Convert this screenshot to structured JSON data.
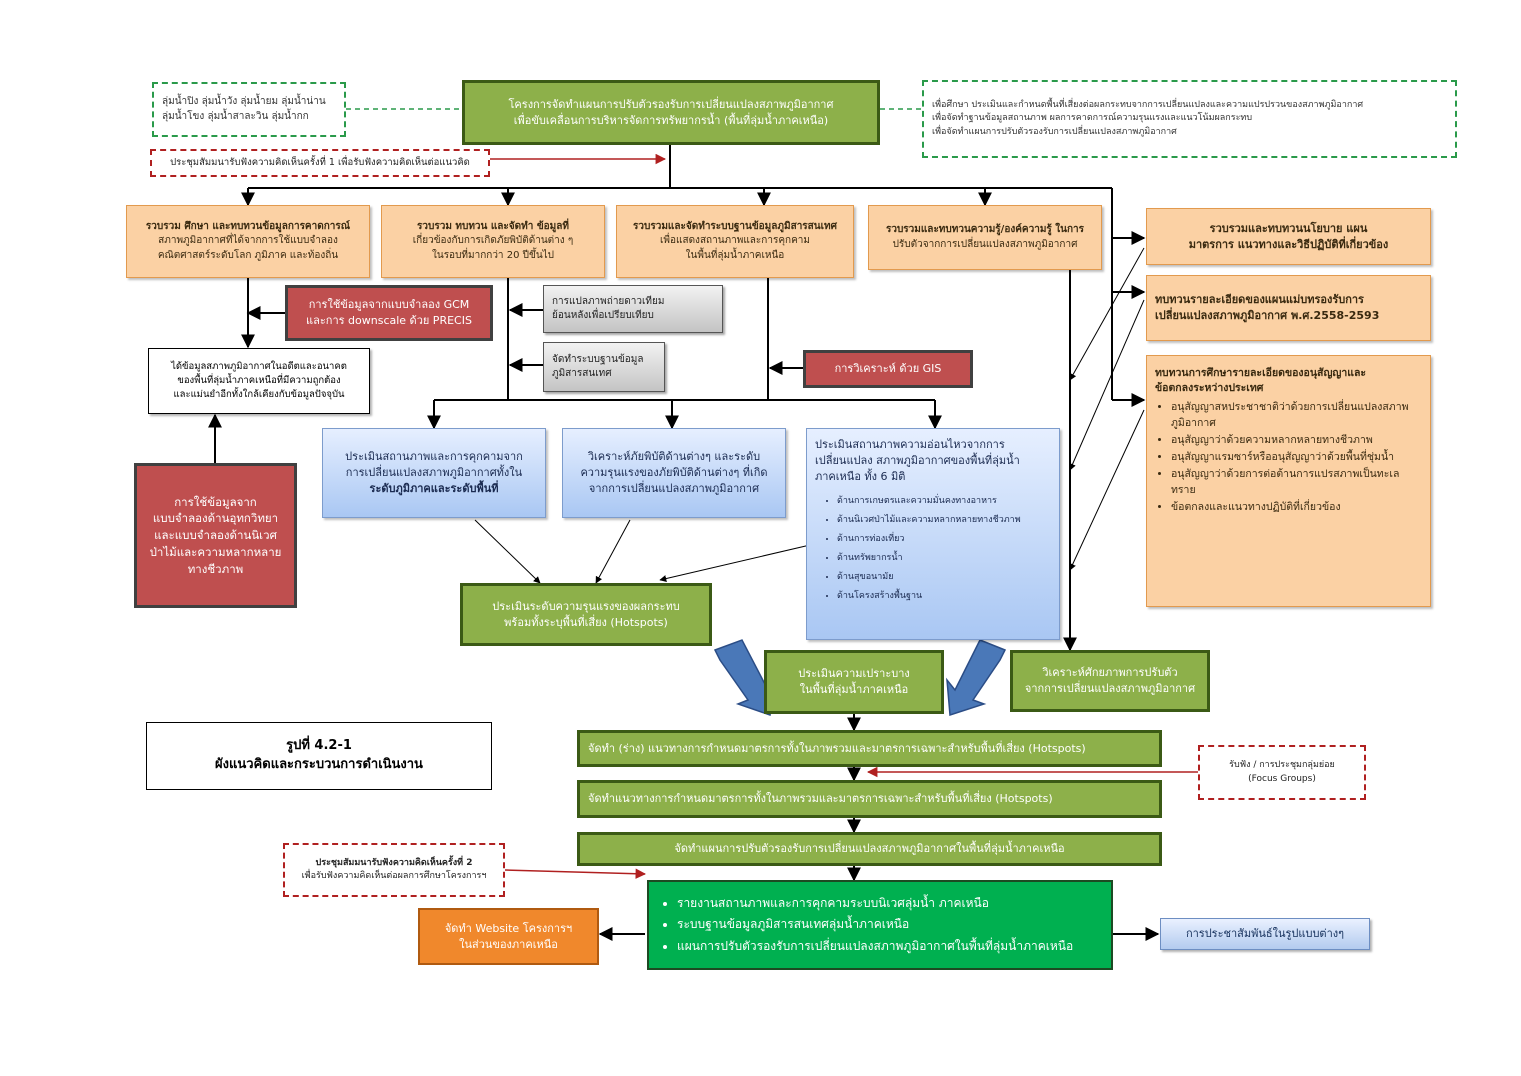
{
  "top": {
    "title_line1": "โครงการจัดทำแผนการปรับตัวรองรับการเปลี่ยนแปลงสภาพภูมิอากาศ",
    "title_line2": "เพื่อขับเคลื่อนการบริหารจัดการทรัพยากรน้ำ (พื้นที่ลุ่มน้ำภาคเหนือ)",
    "basins_line1": "ลุ่มน้ำปิง ลุ่มน้ำวัง ลุ่มน้ำยม ลุ่มน้ำน่าน",
    "basins_line2": "ลุ่มน้ำโขง ลุ่มน้ำสาละวิน ลุ่มน้ำกก",
    "objective1": "เพื่อศึกษา ประเมินและกำหนดพื้นที่เสี่ยงต่อผลกระทบจากการเปลี่ยนแปลงและความแปรปรวนของสภาพภูมิอากาศ",
    "objective2": "เพื่อจัดทำฐานข้อมูลสถานภาพ ผลการคาดการณ์ความรุนแรงและแนวโน้มผลกระทบ",
    "objective3": "เพื่อจัดทำแผนการปรับตัวรองรับการเปลี่ยนแปลงสภาพภูมิอากาศ",
    "seminar1": "ประชุมสัมมนารับฟังความคิดเห็นครั้งที่ 1 เพื่อรับฟังความคิดเห็นต่อแนวคิด"
  },
  "row1": {
    "box1_l1": "รวบรวม ศึกษา และทบทวนข้อมูลการคาดการณ์",
    "box1_l2": "สภาพภูมิอากาศที่ได้จากการใช้แบบจำลอง",
    "box1_l3": "คณิตศาสตร์ระดับโลก ภูมิภาค และท้องถิ่น",
    "box2_l1": "รวบรวม ทบทวน และจัดทำ ข้อมูลที่",
    "box2_l2": "เกี่ยวข้องกับการเกิดภัยพิบัติด้านต่าง ๆ",
    "box2_l3": "ในรอบที่มากกว่า 20 ปีขึ้นไป",
    "box3_l1": "รวบรวมและจัดทำระบบฐานข้อมูลภูมิสารสนเทศ",
    "box3_l2": "เพื่อแสดงสถานภาพและการคุกคาม",
    "box3_l3": "ในพื้นที่ลุ่มน้ำภาคเหนือ",
    "box4_l1": "รวบรวมและทบทวนความรู้/องค์ความรู้ ในการ",
    "box4_l2": "ปรับตัวจากการเปลี่ยนแปลงสภาพภูมิอากาศ"
  },
  "right": {
    "policy_l1": "รวบรวมและทบทวนนโยบาย แผน",
    "policy_l2": "มาตรการ แนวทางและวิธีปฏิบัติที่เกี่ยวข้อง",
    "masterplan_l1": "ทบทวนรายละเอียดของแผนแม่บทรองรับการ",
    "masterplan_l2": "เปลี่ยนแปลงสภาพภูมิอากาศ พ.ศ.2558-2593",
    "conv_title_l1": "ทบทวนการศึกษารายละเอียดของอนุสัญญาและ",
    "conv_title_l2": "ข้อตกลงระหว่างประเทศ",
    "conv_items": [
      "อนุสัญญาสหประชาชาติว่าด้วยการเปลี่ยนแปลงสภาพภูมิอากาศ",
      "อนุสัญญาว่าด้วยความหลากหลายทางชีวภาพ",
      "อนุสัญญาแรมซาร์หรืออนุสัญญาว่าด้วยพื้นที่ชุ่มน้ำ",
      "อนุสัญญาว่าด้วยการต่อต้านการแปรสภาพเป็นทะเลทราย",
      "ข้อตกลงและแนวทางปฏิบัติที่เกี่ยวข้อง"
    ]
  },
  "middle": {
    "gcm_l1": "การใช้ข้อมูลจากแบบจำลอง GCM",
    "gcm_l2": "และการ downscale ด้วย PRECIS",
    "satellite_l1": "การแปลภาพถ่ายดาวเทียม",
    "satellite_l2": "ย้อนหลังเพื่อเปรียบเทียบ",
    "gisdb_l1": "จัดทำระบบฐานข้อมูล",
    "gisdb_l2": "ภูมิสารสนเทศ",
    "gis": "การวิเคราะห์ ด้วย GIS",
    "climate_data_l1": "ได้ข้อมูลสภาพภูมิอากาศในอดีตและอนาคต",
    "climate_data_l2": "ของพื้นที่ลุ่มน้ำภาคเหนือที่มีความถูกต้อง",
    "climate_data_l3": "และแม่นยำอีกทั้งใกล้เคียงกับข้อมูลปัจจุบัน",
    "hydro_l1": "การใช้ข้อมูลจาก",
    "hydro_l2": "แบบจำลองด้านอุทกวิทยา",
    "hydro_l3": "และแบบจำลองด้านนิเวศ",
    "hydro_l4": "ป่าไม้และความหลากหลาย",
    "hydro_l5": "ทางชีวภาพ"
  },
  "assess": {
    "a1_l1": "ประเมินสถานภาพและการคุกคามจาก",
    "a1_l2": "การเปลี่ยนแปลงสภาพภูมิอากาศทั้งใน",
    "a1_l3": "ระดับภูมิภาคและระดับพื้นที่",
    "a2_l1": "วิเคราะห์ภัยพิบัติด้านต่างๆ และระดับ",
    "a2_l2": "ความรุนแรงของภัยพิบัติด้านต่างๆ ที่เกิด",
    "a2_l3": "จากการเปลี่ยนแปลงสภาพภูมิอากาศ",
    "a3_l1": "ประเมินสถานภาพความอ่อนไหวจากการ",
    "a3_l2": "เปลี่ยนแปลง สภาพภูมิอากาศของพื้นที่ลุ่มน้ำ",
    "a3_l3": "ภาคเหนือ ทั้ง 6 มิติ",
    "a3_items": [
      "ด้านการเกษตรและความมั่นคงทางอาหาร",
      "ด้านนิเวศป่าไม้และความหลากหลายทางชีวภาพ",
      "ด้านการท่องเที่ยว",
      "ด้านทรัพยากรน้ำ",
      "ด้านสุขอนามัย",
      "ด้านโครงสร้างพื้นฐาน"
    ]
  },
  "lower": {
    "hotspot_l1": "ประเมินระดับความรุนแรงของผลกระทบ",
    "hotspot_l2": "พร้อมทั้งระบุพื้นที่เสี่ยง (Hotspots)",
    "vuln_l1": "ประเมินความเปราะบาง",
    "vuln_l2": "ในพื้นที่ลุ่มน้ำภาคเหนือ",
    "adapt_l1": "วิเคราะห์ศักยภาพการปรับตัว",
    "adapt_l2": "จากการเปลี่ยนแปลงสภาพภูมิอากาศ",
    "draft": "จัดทำ (ร่าง) แนวทางการกำหนดมาตรการทั้งในภาพรวมและมาตรการเฉพาะสำหรับพื้นที่เสี่ยง (Hotspots)",
    "final": "จัดทำแนวทางการกำหนดมาตรการทั้งในภาพรวมและมาตรการเฉพาะสำหรับพื้นที่เสี่ยง (Hotspots)",
    "plan": "จัดทำแผนการปรับตัวรองรับการเปลี่ยนแปลงสภาพภูมิอากาศในพื้นที่ลุ่มน้ำภาคเหนือ",
    "focus_l1": "รับฟัง / การประชุมกลุ่มย่อย",
    "focus_l2": "(Focus Groups)",
    "seminar2_l1": "ประชุมสัมมนารับฟังความคิดเห็นครั้งที่ 2",
    "seminar2_l2": "เพื่อรับฟังความคิดเห็นต่อผลการศึกษาโครงการฯ",
    "outputs": [
      "รายงานสถานภาพและการคุกคามระบบนิเวศลุ่มน้ำ ภาคเหนือ",
      "ระบบฐานข้อมูลภูมิสารสนเทศลุ่มน้ำภาคเหนือ",
      "แผนการปรับตัวรองรับการเปลี่ยนแปลงสภาพภูมิอากาศในพื้นที่ลุ่มน้ำภาคเหนือ"
    ],
    "website_l1": "จัดทำ Website โครงการฯ",
    "website_l2": "ในส่วนของภาคเหนือ",
    "pr": "การประชาสัมพันธ์ในรูปแบบต่างๆ"
  },
  "caption": {
    "figure": "รูปที่ 4.2-1",
    "text": "ผังแนวคิดและกระบวนการดำเนินงาน"
  }
}
